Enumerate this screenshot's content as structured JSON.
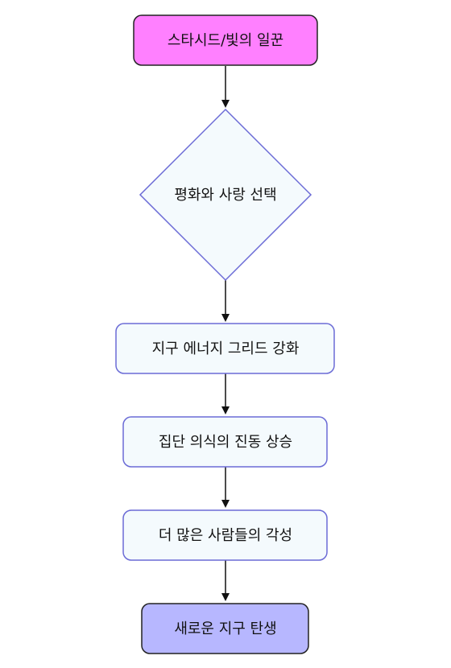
{
  "nodes": [
    {
      "id": "start",
      "label": "스타시드/빛의 일꾼",
      "shape": "terminal",
      "fill": "#ff80ff",
      "stroke": "#222222"
    },
    {
      "id": "decision",
      "label": "평화와 사랑 선택",
      "shape": "diamond",
      "fill": "#f4fafd",
      "stroke": "#6b6bd6"
    },
    {
      "id": "grid",
      "label": "지구 에너지 그리드 강화",
      "shape": "process",
      "fill": "#f4fafd",
      "stroke": "#6b6bd6"
    },
    {
      "id": "vibration",
      "label": "집단 의식의 진동 상승",
      "shape": "process",
      "fill": "#f4fafd",
      "stroke": "#6b6bd6"
    },
    {
      "id": "awakening",
      "label": "더 많은 사람들의 각성",
      "shape": "process",
      "fill": "#f4fafd",
      "stroke": "#6b6bd6"
    },
    {
      "id": "end",
      "label": "새로운 지구 탄생",
      "shape": "terminal",
      "fill": "#b7b7ff",
      "stroke": "#222222"
    }
  ],
  "edges": [
    {
      "from": "start",
      "to": "decision"
    },
    {
      "from": "decision",
      "to": "grid"
    },
    {
      "from": "grid",
      "to": "vibration"
    },
    {
      "from": "vibration",
      "to": "awakening"
    },
    {
      "from": "awakening",
      "to": "end"
    }
  ],
  "colors": {
    "edge": "#111111"
  }
}
